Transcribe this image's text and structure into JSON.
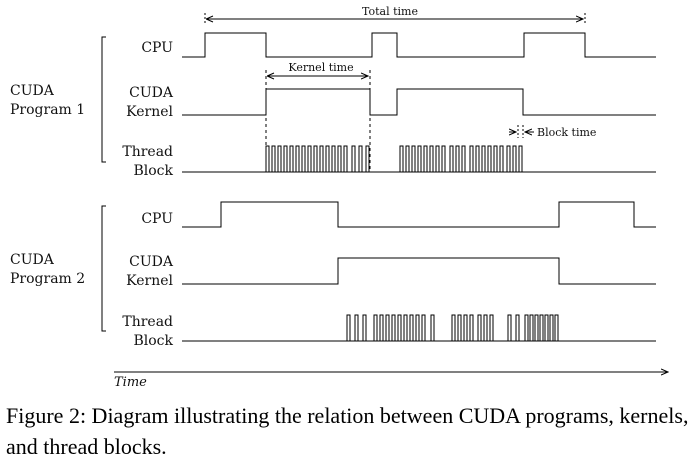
{
  "annotations": {
    "total_time": "Total time",
    "kernel_time": "Kernel time",
    "block_time": "Block time"
  },
  "programs": [
    {
      "label_line1": "CUDA",
      "label_line2": "Program 1",
      "rows": {
        "cpu": "CPU",
        "kernel_line1": "CUDA",
        "kernel_line2": "Kernel",
        "block_line1": "Thread",
        "block_line2": "Block"
      }
    },
    {
      "label_line1": "CUDA",
      "label_line2": "Program 2",
      "rows": {
        "cpu": "CPU",
        "kernel_line1": "CUDA",
        "kernel_line2": "Kernel",
        "block_line1": "Thread",
        "block_line2": "Block"
      }
    }
  ],
  "axis_label": "Time",
  "caption": "Figure 2: Diagram illustrating the relation between CUDA programs, kernels, and thread blocks."
}
